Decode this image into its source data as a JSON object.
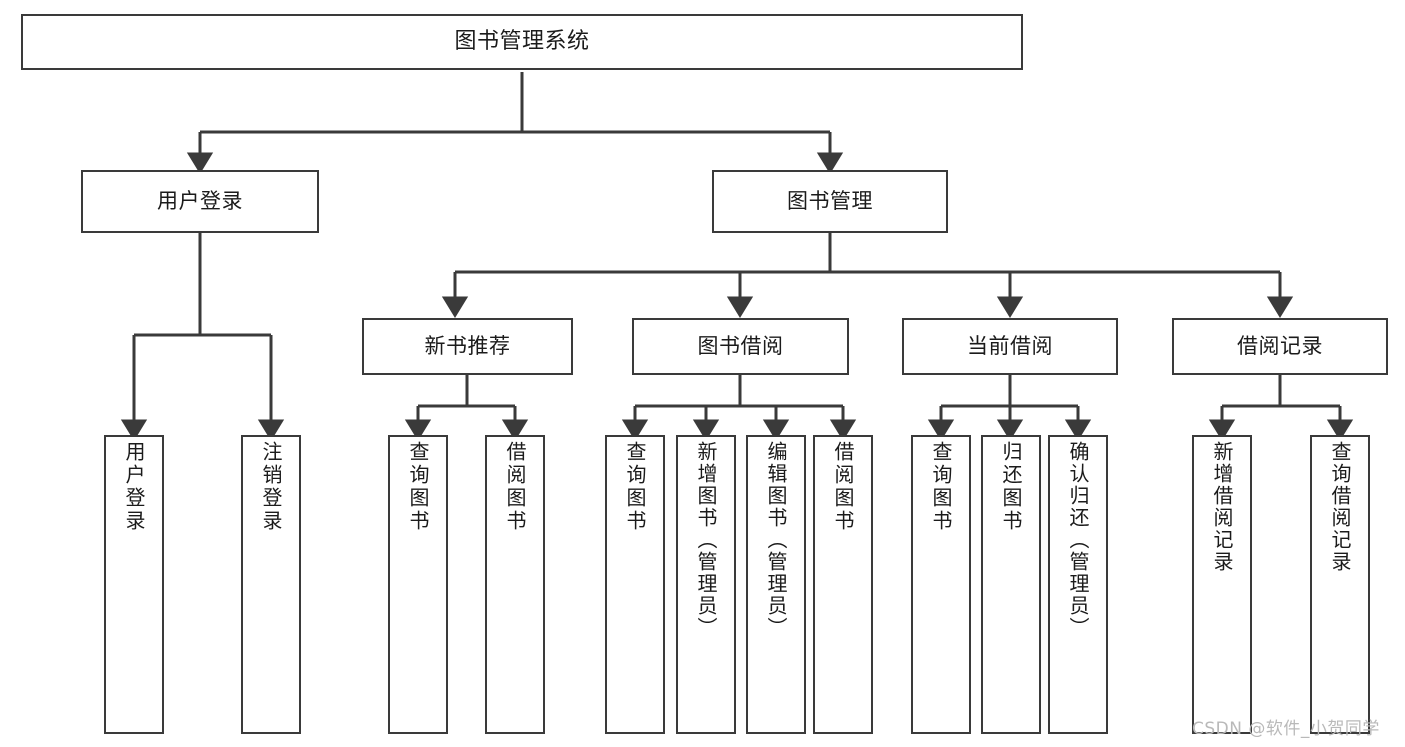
{
  "diagram": {
    "type": "tree",
    "title": "图书管理系统",
    "watermark": "CSDN @软件_小贺同学",
    "root": {
      "id": "root",
      "label": "图书管理系统"
    },
    "level1": [
      {
        "id": "user-login",
        "label": "用户登录"
      },
      {
        "id": "book-manage",
        "label": "图书管理"
      }
    ],
    "level2": [
      {
        "id": "new-book-rec",
        "label": "新书推荐",
        "parent": "book-manage"
      },
      {
        "id": "book-borrow",
        "label": "图书借阅",
        "parent": "book-manage"
      },
      {
        "id": "current-borrow",
        "label": "当前借阅",
        "parent": "book-manage"
      },
      {
        "id": "borrow-record",
        "label": "借阅记录",
        "parent": "book-manage"
      }
    ],
    "leaves": [
      {
        "id": "leaf-user-login",
        "label": "用户登录",
        "parent": "user-login"
      },
      {
        "id": "leaf-user-logout",
        "label": "注销登录",
        "parent": "user-login"
      },
      {
        "id": "leaf-rec-query",
        "label": "查询图书",
        "parent": "new-book-rec"
      },
      {
        "id": "leaf-rec-borrow",
        "label": "借阅图书",
        "parent": "new-book-rec"
      },
      {
        "id": "leaf-bb-query",
        "label": "查询图书",
        "parent": "book-borrow"
      },
      {
        "id": "leaf-bb-add",
        "label": "新增图书（管理员）",
        "parent": "book-borrow"
      },
      {
        "id": "leaf-bb-edit",
        "label": "编辑图书（管理员）",
        "parent": "book-borrow"
      },
      {
        "id": "leaf-bb-borrow",
        "label": "借阅图书",
        "parent": "book-borrow"
      },
      {
        "id": "leaf-cb-query",
        "label": "查询图书",
        "parent": "current-borrow"
      },
      {
        "id": "leaf-cb-return",
        "label": "归还图书",
        "parent": "current-borrow"
      },
      {
        "id": "leaf-cb-confirm",
        "label": "确认归还（管理员）",
        "parent": "current-borrow"
      },
      {
        "id": "leaf-br-add",
        "label": "新增借阅记录",
        "parent": "borrow-record"
      },
      {
        "id": "leaf-br-query",
        "label": "查询借阅记录",
        "parent": "borrow-record"
      }
    ],
    "colors": {
      "stroke": "#3a3a3a",
      "background": "#ffffff",
      "text": "#1b1b1b",
      "watermark": "#b9b9b9"
    }
  }
}
